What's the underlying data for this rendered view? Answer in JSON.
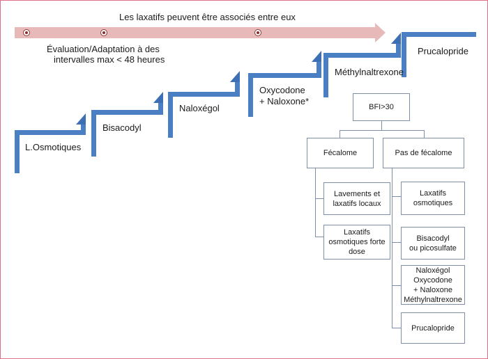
{
  "arrow": {
    "label": "Les laxatifs peuvent être associés entre eux",
    "caption_line1": "Évaluation/Adaptation à des",
    "caption_line2": "intervalles max < 48 heures"
  },
  "steps": [
    {
      "label": "L.Osmotiques"
    },
    {
      "label": "Bisacodyl"
    },
    {
      "label": "Naloxégol"
    },
    {
      "label_line1": "Oxycodone",
      "label_line2": "+ Naloxone*"
    },
    {
      "label": "Méthylnaltrexone"
    },
    {
      "label": "Prucalopride"
    }
  ],
  "tree": {
    "root": "BFI>30",
    "left": {
      "label": "Fécalome",
      "children": [
        {
          "line1": "Lavements et",
          "line2": "laxatifs locaux"
        },
        {
          "line1": "Laxatifs",
          "line2": "osmotiques forte",
          "line3": "dose"
        }
      ]
    },
    "right": {
      "label": "Pas de fécalome",
      "children": [
        {
          "line1": "Laxatifs",
          "line2": "osmotiques"
        },
        {
          "line1": "Bisacodyl",
          "line2": "ou picosulfate"
        },
        {
          "line1": "Naloxégol",
          "line2": "Oxycodone",
          "line3": "+ Naloxone",
          "line4": "Méthylnaltrexone"
        },
        {
          "line1": "Prucalopride"
        }
      ]
    }
  },
  "colors": {
    "step_blue": "#4a7fc4",
    "arrow_pink": "#e8b9b9",
    "box_border": "#7d8fa8",
    "frame": "#e0708a"
  }
}
